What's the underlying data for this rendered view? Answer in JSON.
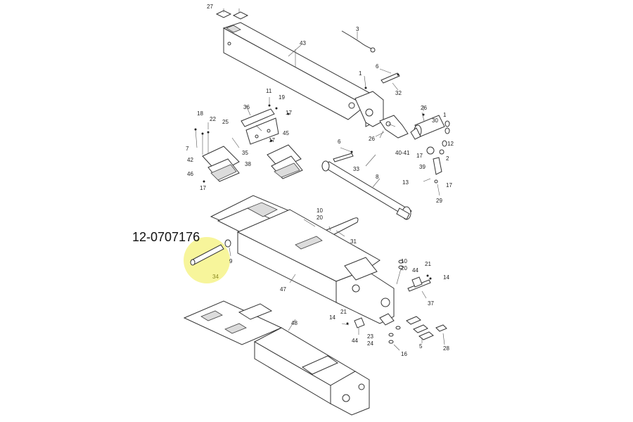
{
  "part_number": "12-0707176",
  "highlight": {
    "callout": "34",
    "color": "#f6f38a"
  },
  "callouts": {
    "c27": "27",
    "c3": "3",
    "c43": "43",
    "c1a": "1",
    "c6a": "6",
    "c32": "32",
    "c11": "11",
    "c19": "19",
    "c36": "36",
    "c17a": "17",
    "c45": "45",
    "c18": "18",
    "c22": "22",
    "c25": "25",
    "c7": "7",
    "c35": "35",
    "c17b": "17",
    "c42": "42",
    "c38": "38",
    "c46": "46",
    "c17c": "17",
    "c26a": "26",
    "c30": "30",
    "c1b": "1",
    "c26b": "26",
    "c40_41": "40-41",
    "c17d": "17",
    "c12": "12",
    "c2": "2",
    "c39": "39",
    "c13": "13",
    "c17e": "17",
    "c29": "29",
    "c6b": "6",
    "c33": "33",
    "c8": "8",
    "c10a": "10",
    "c20a": "20",
    "c31": "31",
    "c9": "9",
    "c34": "34",
    "c10b": "10",
    "c20b": "20",
    "c44a": "44",
    "c21a": "21",
    "c14a": "14",
    "c37": "37",
    "c47": "47",
    "c21b": "21",
    "c14b": "14",
    "c44b": "44",
    "c23": "23",
    "c24": "24",
    "c16": "16",
    "c5": "5",
    "c28": "28",
    "c48": "48"
  }
}
